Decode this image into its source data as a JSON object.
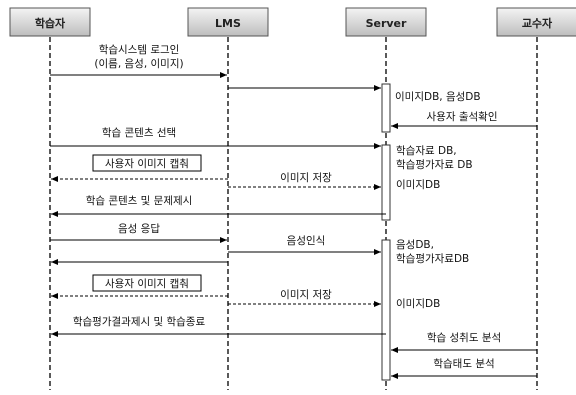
{
  "actors": {
    "learner": "학습자",
    "lms": "LMS",
    "server": "Server",
    "professor": "교수자"
  },
  "messages": {
    "m1_line1": "학습시스템 로그인",
    "m1_line2": "(이름, 음성, 이미지)",
    "m3": "사용자 출석확인",
    "m4": "학습 콘텐츠 선택",
    "m5": "사용자 이미지 캡춰",
    "m6": "이미지 저장",
    "m7": "학습 콘텐츠 및 문제제시",
    "m8": "음성 응답",
    "m9": "음성인식",
    "m10": "사용자 이미지 캡춰",
    "m11": "이미지 저장",
    "m12": "학습평가결과제시 및 학습종료",
    "m13": "학습 성취도 분석",
    "m14": "학습태도 분석"
  },
  "notes": {
    "n1": "이미지DB, 음성DB",
    "n2_line1": "학습자료 DB,",
    "n2_line2": "학습평가자료 DB",
    "n3": "이미지DB",
    "n4_line1": "음성DB,",
    "n4_line2": "학습평가자료DB",
    "n5": "이미지DB"
  },
  "colors": {
    "box_top": "#f2f2f2",
    "box_bottom": "#bfbfbf",
    "line": "#000000"
  }
}
